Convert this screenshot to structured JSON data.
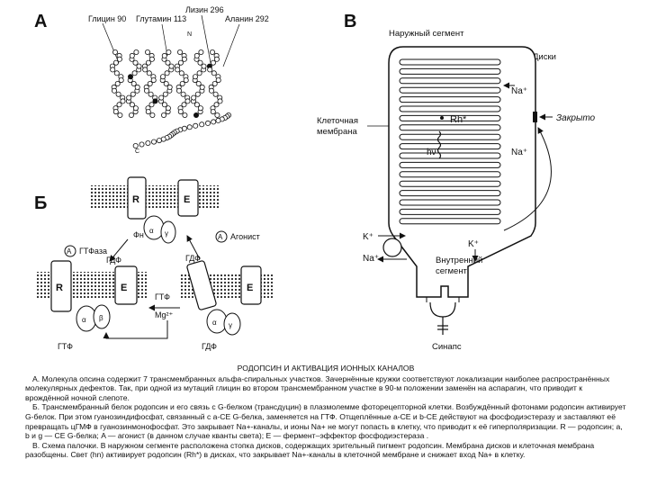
{
  "panels": {
    "a": "А",
    "b": "Б",
    "c": "В"
  },
  "panel_a": {
    "labels": {
      "glycine": "Глицин 90",
      "glutamine": "Глутамин 113",
      "lysine": "Лизин 296",
      "alanine": "Аланин 292",
      "n_term": "N",
      "c_term": "C"
    }
  },
  "panel_b": {
    "labels": {
      "r": "R",
      "e": "E",
      "alpha": "α",
      "beta": "β",
      "gamma": "γ",
      "a": "A",
      "phi_n": "Фн",
      "gtpase": "ГТФаза",
      "agonist": "Агонист",
      "gdf": "ГДФ",
      "gtf": "ГТФ",
      "mg": "Mg²⁺"
    }
  },
  "panel_c": {
    "labels": {
      "outer_segment": "Наружный сегмент",
      "discs": "Диски",
      "na_plus": "Na⁺",
      "rh": "Rh*",
      "cell_membrane_1": "Клеточная",
      "cell_membrane_2": "мембрана",
      "hv": "hν",
      "closed": "Закрыто",
      "k_plus": "K⁺",
      "inner_segment_1": "Внутренний",
      "inner_segment_2": "сегмент",
      "synapse": "Синапс"
    }
  },
  "caption": {
    "title": "РОДОПСИН И АКТИВАЦИЯ ИОННЫХ КАНАЛОВ",
    "p1": "А. Молекула опсина содержит 7 трансмембранных альфа-спиральных участков. Зачернённые кружки соответствуют локализации наиболее распространённых молекулярных дефектов. Так, при одной из мутаций глицин во втором трансмембранном участке в 90-м положении заменён на аспарагин, что приводит к врождённой ночной слепоте.",
    "p2": "Б. Трансмембранный белок родопсин и его связь с G-белком (трансдуцин) в плазмолемме фоторецепторной клетки. Возбуждённый фотонами родопсин активирует G-белок. При этом гуанозиндифосфат, связанный с a-CE G-белка, заменяется на ГТФ. Отщеплённые a-CE и b-CE действуют на фосфодиэстеразу и заставляют её превращать цГМФ в гуанозинмонофосфат. Это закрывает Na+-каналы, и ионы Na+ не могут попасть в клетку, что приводит к её гиперполяризации. R — родопсин; a, b и g — CE G-белка; A — агонист (в данном случае кванты света); E — фермент–эффектор фосфодиэстераза .",
    "p3": "В. Схема палочки. В наружном сегменте расположена стопка дисков, содержащих зрительный пигмент родопсин. Мембрана дисков и клеточная мембрана разобщены. Свет (hn) активирует родопсин (Rh*) в дисках, что закрывает Na+-каналы в клеточной мембране и снижает вход Na+ в клетку."
  }
}
